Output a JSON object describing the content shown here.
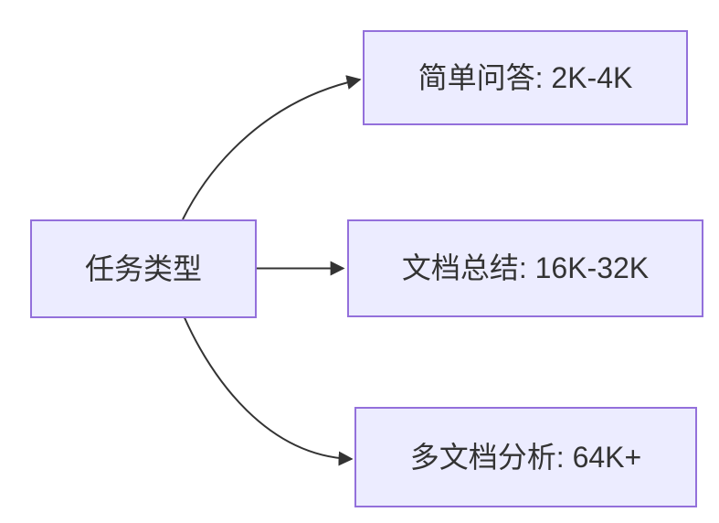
{
  "diagram": {
    "type": "flowchart",
    "direction": "left-to-right",
    "root": {
      "id": "task-type",
      "label": "任务类型"
    },
    "branches": [
      {
        "id": "simple-qa",
        "label": "简单问答: 2K-4K"
      },
      {
        "id": "doc-summary",
        "label": "文档总结: 16K-32K"
      },
      {
        "id": "multi-doc",
        "label": "多文档分析: 64K+"
      }
    ],
    "edges": [
      {
        "from": "任务类型",
        "to": "简单问答: 2K-4K",
        "style": "curved-up"
      },
      {
        "from": "任务类型",
        "to": "文档总结: 16K-32K",
        "style": "straight"
      },
      {
        "from": "任务类型",
        "to": "多文档分析: 64K+",
        "style": "curved-down"
      }
    ],
    "colors": {
      "node_fill": "#ECECFF",
      "node_border": "#9370DB",
      "edge": "#333333",
      "text": "#333333",
      "background": "#FFFFFF"
    }
  }
}
